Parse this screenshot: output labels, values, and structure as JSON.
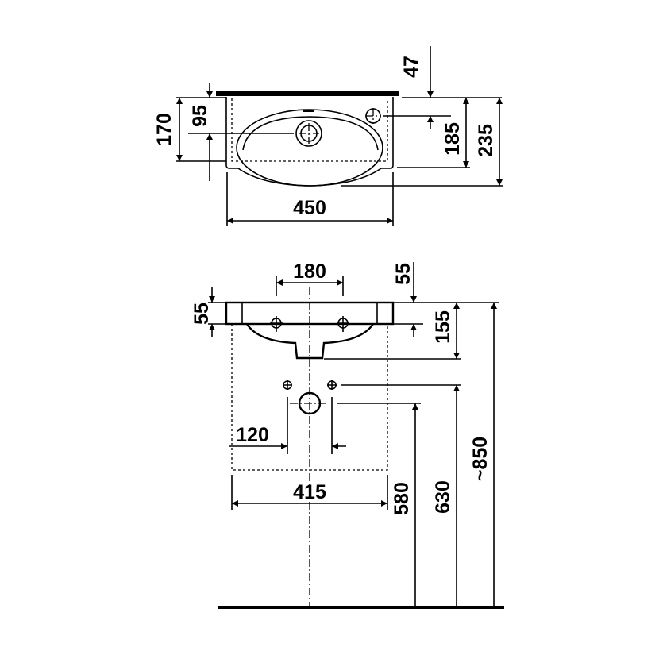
{
  "top_view": {
    "dim_width": "450",
    "dim_overall_depth": "170",
    "dim_drain_offset": "95",
    "dim_tap_offset": "47",
    "dim_depth_body": "185",
    "dim_depth_total": "235"
  },
  "front_view": {
    "dim_tap_spacing": "180",
    "dim_rim_left": "55",
    "dim_rim_right": "55",
    "dim_bowl_height": "155",
    "dim_fixing_spacing": "120",
    "dim_cabinet_width": "415",
    "dim_waste_height": "580",
    "dim_supply_height": "630",
    "dim_rim_height": "~850"
  }
}
